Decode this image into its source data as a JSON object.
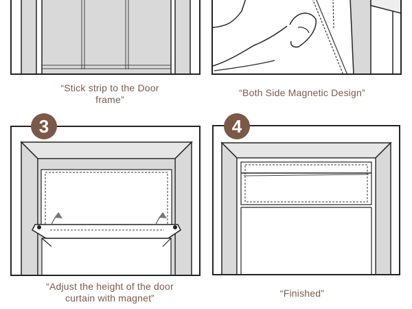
{
  "steps": [
    {
      "number": "",
      "caption": "“Stick strip to the Door frame”",
      "icon": "door-frame-strip-illustration"
    },
    {
      "number": "",
      "caption": "“Both Side Magnetic Design”",
      "icon": "hand-magnetic-strip-illustration"
    },
    {
      "number": "3",
      "caption": "“Adjust the height of the door curtain with magnet”",
      "icon": "door-curtain-adjust-illustration"
    },
    {
      "number": "4",
      "caption": "“Finished”",
      "icon": "door-curtain-finished-illustration"
    }
  ],
  "colors": {
    "badge": "#7c5847",
    "caption": "#7a5a4a",
    "frame": "#d9d9d9",
    "outline": "#222222"
  }
}
